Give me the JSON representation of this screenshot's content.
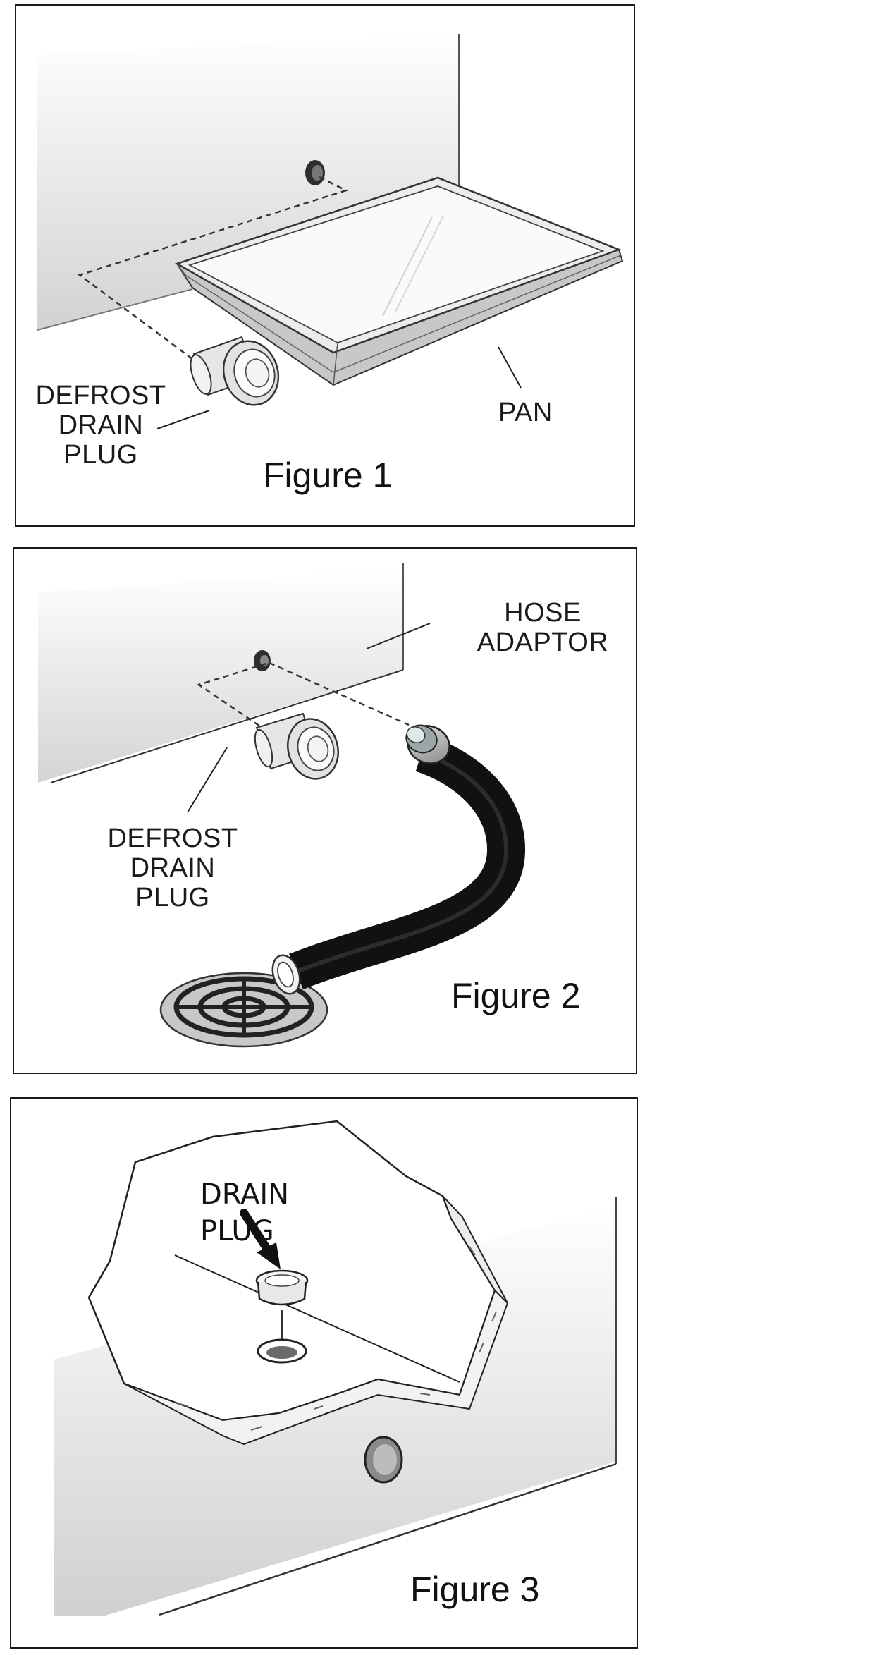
{
  "figure1": {
    "caption": "Figure 1",
    "labels": {
      "defrost_drain_plug_line1": "DEFROST",
      "defrost_drain_plug_line2": "DRAIN",
      "defrost_drain_plug_line3": "PLUG",
      "pan": "PAN"
    }
  },
  "figure2": {
    "caption": "Figure 2",
    "labels": {
      "hose_adaptor_line1": "HOSE",
      "hose_adaptor_line2": "ADAPTOR",
      "defrost_drain_plug_line1": "DEFROST",
      "defrost_drain_plug_line2": "DRAIN",
      "defrost_drain_plug_line3": "PLUG"
    }
  },
  "figure3": {
    "caption": "Figure 3",
    "labels": {
      "drain_plug_line1": "DRAIN",
      "drain_plug_line2": "PLUG"
    }
  }
}
